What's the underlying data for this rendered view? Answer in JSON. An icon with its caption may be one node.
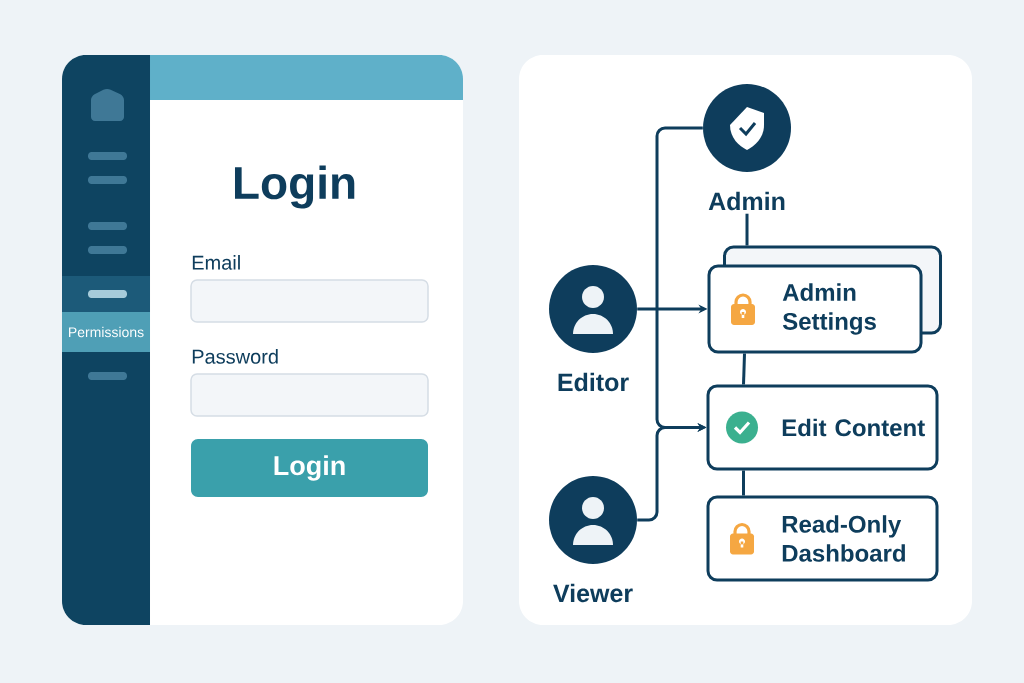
{
  "diagram": {
    "nodes": [
      {
        "text": [
          "Login"
        ]
      },
      {
        "text": [
          "Permissions"
        ],
        "in": 0
      },
      {
        "text": [
          "Email"
        ],
        "in": 0
      },
      {
        "text": [
          "Password"
        ],
        "in": 0
      },
      {
        "text": [
          "Login"
        ],
        "in": 0
      },
      {
        "text": [
          "Admin"
        ]
      },
      {
        "text": [
          "Editor"
        ]
      },
      {
        "text": [
          "Viewer"
        ]
      },
      {
        "text": [],
        "shape": "box"
      },
      {
        "text": [
          "Admin Settings"
        ]
      },
      {
        "text": [
          "Edit Content"
        ]
      },
      {
        "text": [
          "Read-Only Dashboard"
        ]
      }
    ],
    "edges": [
      {
        "from": 5,
        "to": 8,
        "arrow": "none"
      },
      {
        "from": 6,
        "to": 9,
        "arrow": "to"
      },
      {
        "from": 5,
        "to": 10,
        "arrow": "to"
      },
      {
        "from": 7,
        "to": 10,
        "arrow": "to"
      },
      {
        "from": 9,
        "to": 10,
        "arrow": "none"
      },
      {
        "from": 10,
        "to": 11,
        "arrow": "none"
      }
    ]
  }
}
